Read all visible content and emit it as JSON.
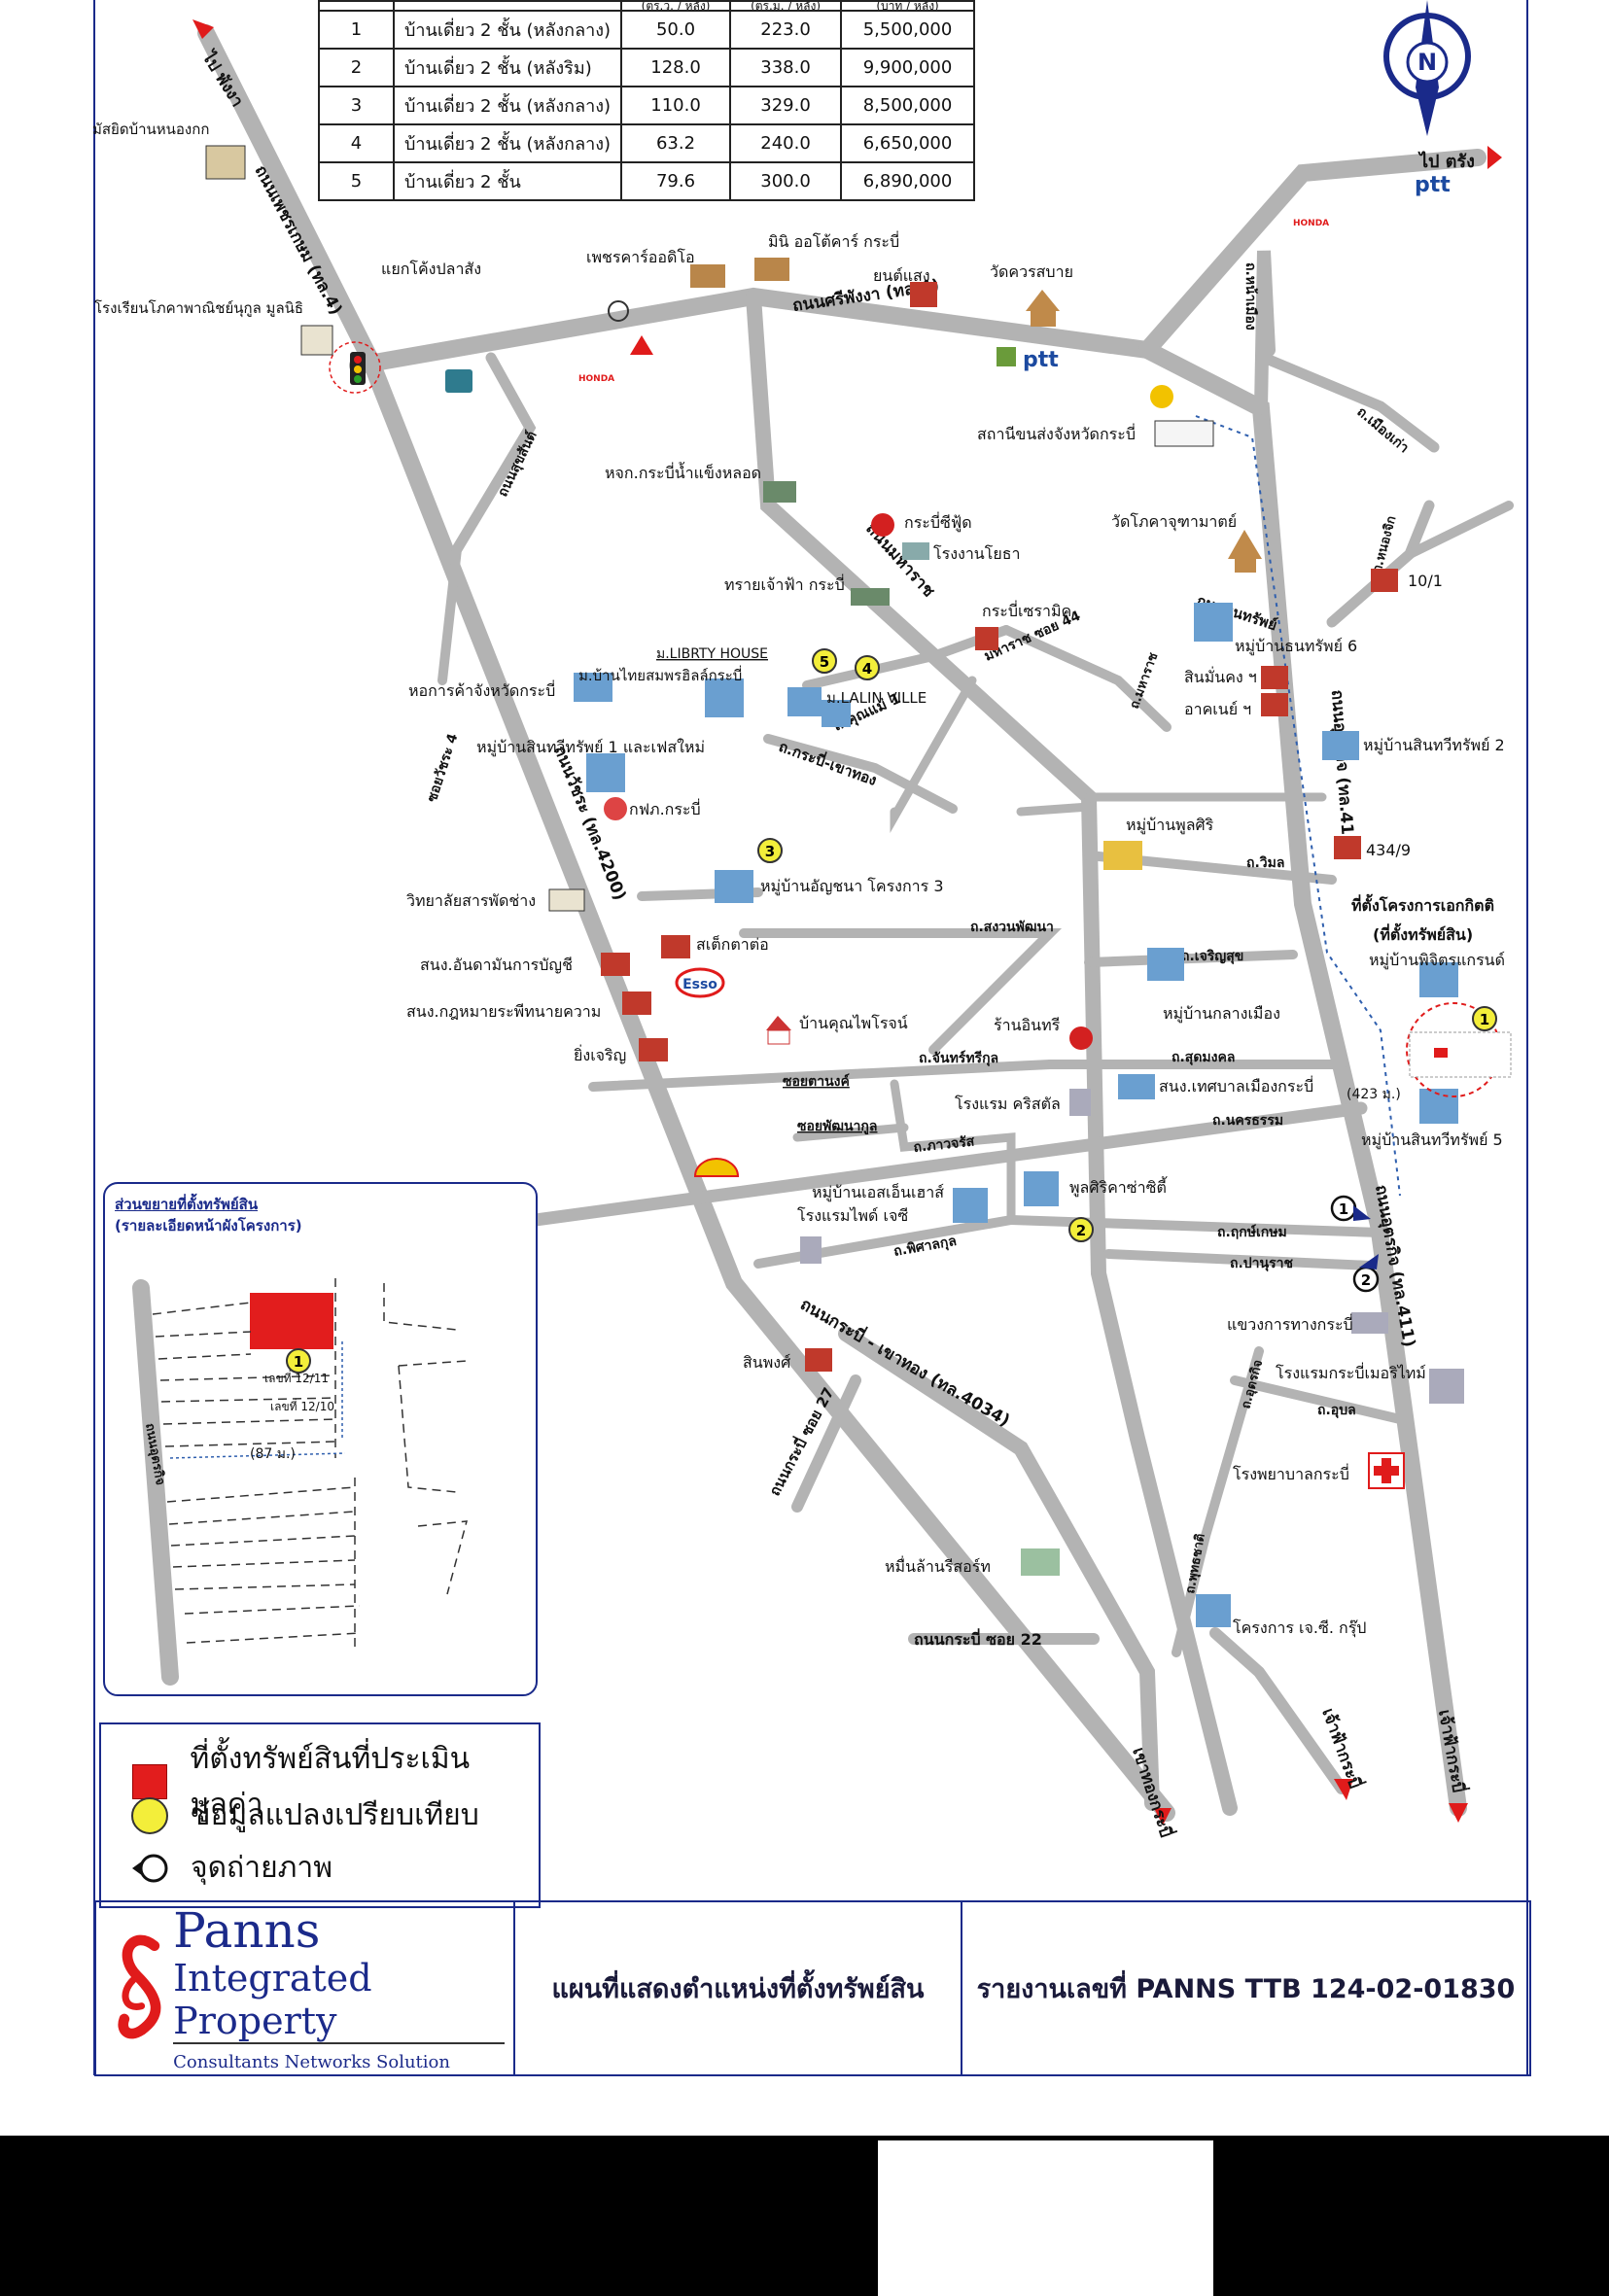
{
  "table": {
    "header": [
      "",
      "",
      "(ตร.ว. / หลัง)",
      "(ตร.ม. / หลัง)",
      "(บาท / หลัง)"
    ],
    "rows": [
      [
        "1",
        "บ้านเดี่ยว 2 ชั้น (หลังกลาง)",
        "50.0",
        "223.0",
        "5,500,000"
      ],
      [
        "2",
        "บ้านเดี่ยว 2 ชั้น (หลังริม)",
        "128.0",
        "338.0",
        "9,900,000"
      ],
      [
        "3",
        "บ้านเดี่ยว 2 ชั้น (หลังกลาง)",
        "110.0",
        "329.0",
        "8,500,000"
      ],
      [
        "4",
        "บ้านเดี่ยว 2 ชั้น (หลังกลาง)",
        "63.2",
        "240.0",
        "6,650,000"
      ],
      [
        "5",
        "บ้านเดี่ยว 2 ชั้น",
        "79.6",
        "300.0",
        "6,890,000"
      ]
    ]
  },
  "compass": {
    "letter": "N"
  },
  "directions": {
    "top_left": "ไป พังงา",
    "top_right": "ไป ตรัง",
    "bottom_center": "เขาทองกระบี่",
    "bottom_right": "เจ้าฟ้ากระบี่"
  },
  "roads": {
    "phetkasem": "ถนนเพชรเกษม (ทล.4)",
    "sri_phang_nga": "ถนนศรีพังงา (ทล.4)",
    "maharaj": "ถนนมหาราช",
    "utarakit_upper": "ถนนอุตรกิจ (ทล.411)",
    "utarakit_lower": "ถนนอุตรกิจ (ทล.411)",
    "krabi_khao_thong": "ถนนกระบี่ - เขาทอง (ทล.4034)",
    "krabi_soi_27": "ถนนกระบี่ ซอย 27",
    "krabi_soi_22": "ถนนกระบี่ ซอย 22",
    "soi_4": "ซอยวัชระ 4",
    "wachara": "ถนนวัชระ (ทล.4200)",
    "suksan": "ถนนสุขสันต์",
    "maharaj_soi_44": "มหาราช ซอย 44",
    "maharaj_r": "ถ.มหาราช",
    "muang_kao": "ถ.เมืองเก่า",
    "nong_kok": "ถ.หนองจิก",
    "thanon_sap": "ถนนธนทรัพย์",
    "krabi_khao_thong_short": "ถ.กระบี่-เขาทอง",
    "khun_mae_1": "ถ.คุณแม่ 1",
    "wim": "ถ.วิมล",
    "sa_nguan": "ถ.สงวนพัฒนา",
    "charoen_suk": "ถ.เจริญสุข",
    "chan_sri": "ถ.จันทร์ทรีกุล",
    "sud_mongkol": "ถ.สุดมงคล",
    "soi_tanong": "ซอยตานงค์",
    "soi_phatthana": "ซอยพัฒนากูล",
    "kha_ra_chot": "ถ.ภาวจรัส",
    "nakhon_tham": "ถ.นครธรรม",
    "pitsanulok": "ถ.พิศาลกุล",
    "reuk_kasem": "ถ.ฤกษ์เกษม",
    "pana_rat": "ถ.ปานุราช",
    "uttama": "ถ.อุบล",
    "phuttasit": "ถ.พุทธชาติ",
    "utarakit_u": "ถ.อุตรกิจ",
    "krabi_city_north": "ถ.หน้าเมือง"
  },
  "pois": {
    "wat_nong_kok": "มัสยิดบ้านหนองกก",
    "yak_khong": "แยกโค้งปลาสัง",
    "school": "โรงเรียนโภคาพาณิชย์นุกูล มูลนิธิ",
    "phet_car": "เพชรคาร์ออดิโอ",
    "mini_auto": "มินิ ออโต้คาร์ กระบี่",
    "yont_saeng": "ยนต์แสง",
    "wat_khuan": "วัดควรสบาย",
    "bus_station": "สถานีขนส่งจังหวัดกระบี่",
    "krabi_ice": "หจก.กระบี่น้ำแข็งหลอด",
    "krabi_seafood": "กระบี่ซีฟู้ด",
    "factory_yotha": "โรงงานโยธา",
    "wat_kosa": "วัดโภคาจุฑามาตย์",
    "sai_chaofa": "ทรายเจ้าฟ้า กระบี่",
    "krabi_ceramic": "กระบี่เซรามิค",
    "num_10_1": "10/1",
    "thanasap_6": "หมู่บ้านธนทรัพย์ 6",
    "sinmunkong": "สินมั่นคง ฯ",
    "arkarn": "อาคเนย์ ฯ",
    "liberty": "ม.LIBRTY HOUSE",
    "thai_somporn": "ม.บ้านไทยสมพรฮิลล์กระบี่",
    "lalin": "ม.LALIN VILLE",
    "market": "หอการค้าจังหวัดกระบี่",
    "sinsap_1": "หมู่บ้านสินทวีทรัพย์ 1 และเฟสใหม่",
    "sinsap_2": "หมู่บ้านสินทวีทรัพย์ 2",
    "pea": "กฟภ.กระบี่",
    "pulsiri": "หมู่บ้านพูลศิริ",
    "num_434_9": "434/9",
    "college": "วิทยาลัยสารพัดช่าง",
    "anchana": "หมู่บ้านอัญชนา โครงการ 3",
    "property_site_1": "ที่ตั้งโครงการเอกกิตติ",
    "property_site_2": "(ที่ตั้งทรัพย์สิน)",
    "pichit": "หมู่บ้านพิจิตรแกรนด์",
    "andaman_acc": "สนง.อันดามันการบัญชี",
    "kids_store": "สเต็กตาต่อ",
    "law_office": "สนง.กฎหมายระพีทนายความ",
    "yingcharoen": "ยิ่งเจริญ",
    "ban_khun": "บ้านคุณไพโรจน์",
    "ran_insee": "ร้านอินทรี",
    "klang_muang": "หมู่บ้านกลางเมือง",
    "hotel_crystal": "โรงแรม คริสตัล",
    "municipal": "สนง.เทศบาลเมืองกระบี่",
    "sinsap_5": "หมู่บ้านสินทวีทรัพย์ 5",
    "s_house": "หมู่บ้านเอสเอ็นเฮาส์",
    "hotel_pod": "โรงแรมไพด์ เจซี",
    "pool_siri": "พูลศิริคาซ่าซิตี้",
    "dist_423": "(423 ม.)",
    "highway_office": "แขวงการทางกระบี่",
    "hotel_metro": "โรงแรมกระบี่เมอริไทม์",
    "sinphong": "สินพงศ์",
    "hospital": "โรงพยาบาลกระบี่",
    "resort": "หมื่นล้านรีสอร์ท",
    "project_jc": "โครงการ เจ.ซี. กรุ๊ป"
  },
  "brands": {
    "ptt": "ptt",
    "ptt2": "ptt",
    "esso": "Esso",
    "honda": "HONDA"
  },
  "markers": {
    "yellow": [
      "1",
      "2",
      "3",
      "4",
      "5"
    ],
    "photo_points": [
      "1",
      "2"
    ]
  },
  "inset": {
    "title_1": "ส่วนขยายที่ตั้งทรัพย์สิน",
    "title_2": "(รายละเอียดหน้าผังโครงการ)",
    "lot_1": "เลขที่ 12/11",
    "lot_2": "เลขที่ 12/10",
    "distance": "(87 ม.)",
    "road_label": "ถนนอุตรกิจ",
    "marker": "1"
  },
  "legend": {
    "items": [
      {
        "label": "ที่ตั้งทรัพย์สินที่ประเมินมูลค่า"
      },
      {
        "label": "ข้อมูลแปลงเปรียบเทียบ"
      },
      {
        "label": "จุดถ่ายภาพ"
      }
    ]
  },
  "footer": {
    "brand_name": "Panns",
    "brand_sub": "Integrated Property",
    "brand_tag": "Consultants Networks Solution",
    "title": "แผนที่แสดงตำแหน่งที่ตั้งทรัพย์สิน",
    "report": "รายงานเลขที่ PANNS TTB 124-02-01830"
  },
  "colors": {
    "road": "#b3b3b3",
    "frame": "#1a2a8a",
    "marker_yellow": "#f3ee3a",
    "subject_red": "#e21d1d",
    "arrow_red": "#e01b1b"
  }
}
